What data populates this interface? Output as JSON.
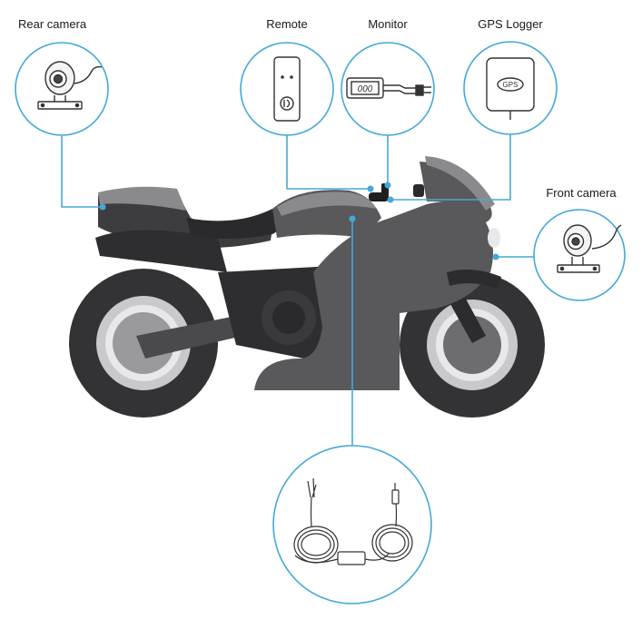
{
  "labels": {
    "rear_camera": "Rear camera",
    "remote": "Remote",
    "monitor": "Monitor",
    "gps_logger": "GPS Logger",
    "front_camera": "Front camera"
  },
  "icons": {
    "gps_text": "GPS",
    "monitor_digits": "000"
  },
  "colors": {
    "callout_line": "#45a8d8",
    "body_dark": "#3d3d3f",
    "body_mid": "#59595b",
    "body_light": "#8a8a8c",
    "tire": "#333335",
    "rim": "#c9c9cb"
  }
}
